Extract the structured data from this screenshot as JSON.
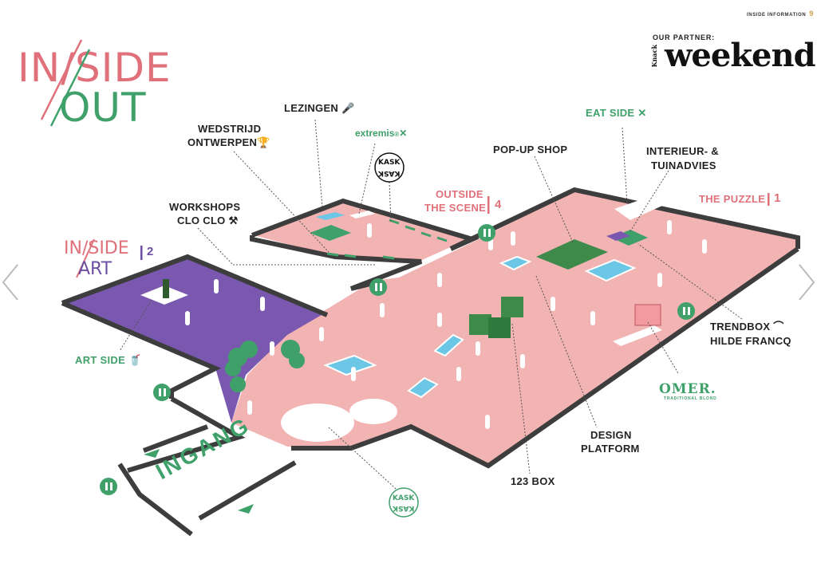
{
  "header": {
    "section_label": "INSIDE INFORMATION",
    "page_number": "9",
    "partner_label": "OUR PARTNER:",
    "partner_brand": "weekend",
    "partner_brand_prefix": "Knack"
  },
  "logo": {
    "line1": "IN/SIDE",
    "line2": "OUT"
  },
  "zones": {
    "inside_art": {
      "line1": "IN/SIDE",
      "line2": "ART",
      "number": "2"
    },
    "outside_scene": {
      "line1": "OUTSIDE",
      "line2": "THE SCENE",
      "number": "4"
    },
    "the_puzzle": {
      "label": "THE PUZZLE",
      "number": "1"
    }
  },
  "labels": {
    "lezingen": "LEZINGEN",
    "wedstrijd_1": "WEDSTRIJD",
    "wedstrijd_2": "ONTWERPEN",
    "workshops_1": "WORKSHOPS",
    "workshops_2": "CLO CLO",
    "extremis": "extremis",
    "eat_side": "EAT SIDE",
    "popup_shop": "POP-UP SHOP",
    "interieur_1": "INTERIEUR- &",
    "interieur_2": "TUINADVIES",
    "art_side": "ART SIDE",
    "trendbox_1": "TRENDBOX",
    "trendbox_2": "HILDE FRANCQ",
    "design_1": "DESIGN",
    "design_2": "PLATFORM",
    "box_123": "123 BOX",
    "ingang": "INGANG",
    "omer": "OMER.",
    "omer_sub": "TRADITIONAL BLOND",
    "kask_top": "KASK",
    "kask_bottom": "KASK"
  },
  "colors": {
    "pink_floor": "#f2b3b3",
    "purple_floor": "#7a58b0",
    "wall": "#3d3d3d",
    "accent_pink": "#e0707a",
    "accent_green": "#3fa06a",
    "pool_blue": "#6cc6e6",
    "box_green": "#3d8a4a"
  },
  "icons": [
    "microphone-icon",
    "trophy-icon",
    "hammer-icon",
    "toilet-icon",
    "cup-icon",
    "fork-knife-icon",
    "hanger-icon",
    "chevron-left-icon",
    "chevron-right-icon"
  ]
}
